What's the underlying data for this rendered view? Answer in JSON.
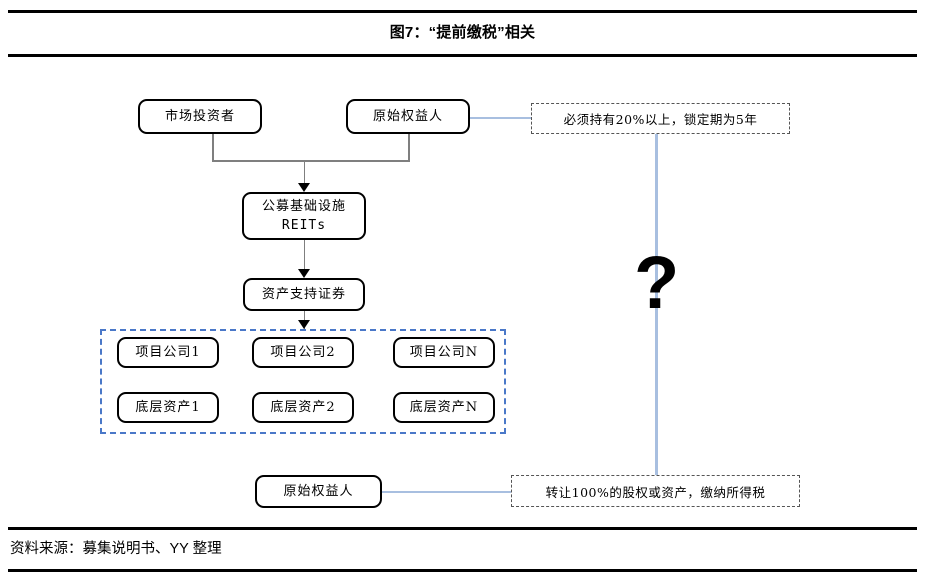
{
  "figure": {
    "title": "图7：“提前缴税”相关",
    "source": "资料来源：募集说明书、YY 整理"
  },
  "diagram": {
    "nodes": {
      "market_investor": "市场投资者",
      "original_equity_holder_top": "原始权益人",
      "public_reits_line1": "公募基础设施",
      "public_reits_line2": "REITs",
      "abs": "资产支持证券",
      "project_company_1": "项目公司1",
      "project_company_2": "项目公司2",
      "project_company_n": "项目公司N",
      "underlying_asset_1": "底层资产1",
      "underlying_asset_2": "底层资产2",
      "underlying_asset_n": "底层资产N",
      "original_equity_holder_bottom": "原始权益人"
    },
    "callouts": {
      "holding_requirement": "必须持有20%以上，锁定期为5年",
      "transfer_tax": "转让100%的股权或资产，缴纳所得税"
    },
    "annotations": {
      "question_mark": "?"
    },
    "colors": {
      "node_border": "#000000",
      "callout_border": "#555555",
      "group_dashed_border": "#4a78c8",
      "connector_line": "#7f7f7f",
      "blue_link_line": "#a8bfe0",
      "rule": "#000000"
    }
  }
}
